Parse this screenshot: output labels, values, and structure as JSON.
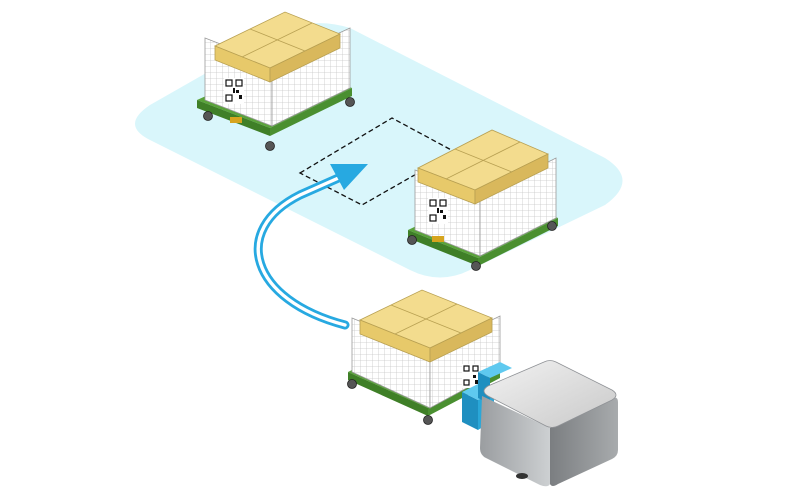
{
  "diagram": {
    "zone": {
      "name": "buffer-zone",
      "fill": "#d9f6fb"
    },
    "target_slot": {
      "style": "dashed",
      "stroke": "#111111"
    },
    "path_arrow": {
      "color": "#27a9e1"
    },
    "carts": [
      {
        "id": "cart-parked-back",
        "role": "parked",
        "has_qr": true,
        "has_label": true
      },
      {
        "id": "cart-parked-right",
        "role": "parked",
        "has_qr": true,
        "has_label": true
      },
      {
        "id": "cart-towed",
        "role": "towed",
        "has_qr": true,
        "has_label": false
      }
    ],
    "robot": {
      "name": "amr-tug",
      "body_color": "#a9acaf",
      "coupler_color": "#2aa7d8"
    },
    "colors": {
      "box": "#f3dc8e",
      "box_side": "#e7c96a",
      "cart_base": "#5aa33a",
      "cart_wheel": "#555555",
      "mesh": "#c8c8c8"
    }
  }
}
